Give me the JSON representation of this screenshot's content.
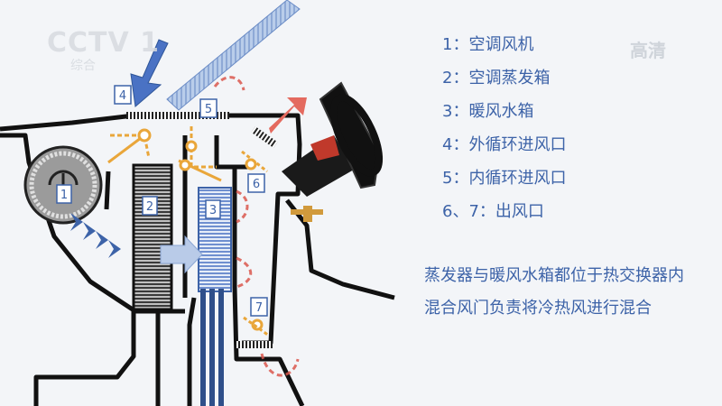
{
  "watermark": {
    "logo": "CCTV 1",
    "logo_sub": "综合",
    "quality": "高清"
  },
  "legend": [
    "1：空调风机",
    "2：空调蒸发箱",
    "3：暖风水箱",
    "4：外循环进风口",
    "5：内循环进风口",
    "6、7：出风口"
  ],
  "caption": [
    "蒸发器与暖风水箱都位于热交换器内",
    "混合风门负责将冷热风进行混合"
  ],
  "markers": [
    "1",
    "2",
    "3",
    "4",
    "5",
    "6",
    "7"
  ],
  "colors": {
    "accent_blue": "#3d63a8",
    "intake_arrow": "#4a72c4",
    "hot_air": "#d9574e",
    "damper": "#e9a63a"
  }
}
